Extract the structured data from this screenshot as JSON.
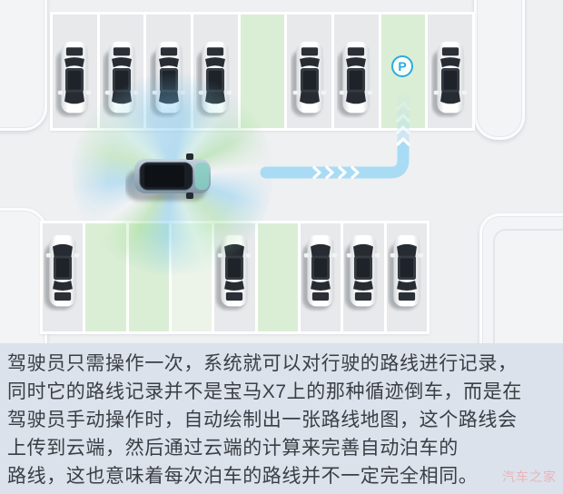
{
  "illustration": {
    "target_spot_label": "P",
    "parking": {
      "top_row": [
        "car",
        "car",
        "car",
        "car",
        "empty",
        "car",
        "car",
        "target",
        "car"
      ],
      "bottom_row": [
        "car",
        "empty",
        "empty",
        "empty_faint",
        "car",
        "empty",
        "car",
        "car",
        "car"
      ]
    }
  },
  "caption": {
    "lines": [
      "驾驶员只需操作一次，系统就可以对行驶的路线进行记录，",
      "同时它的路线记录并不是宝马X7上的那种循迹倒车，而是在",
      "驾驶员手动操作时，自动绘制出一张路线地图，这个路线会",
      "上传到云端，然后通过云端的计算来完善自动泊车的",
      "路线，这也意味着每次泊车的路线并不一定完全相同。"
    ],
    "watermark": "汽车之家"
  },
  "colors": {
    "route_blue": "#a9dcf4",
    "parking_badge_blue": "#2aabe3",
    "free_spot_green": "#daeed5",
    "caption_background": "#dbe2ec"
  }
}
